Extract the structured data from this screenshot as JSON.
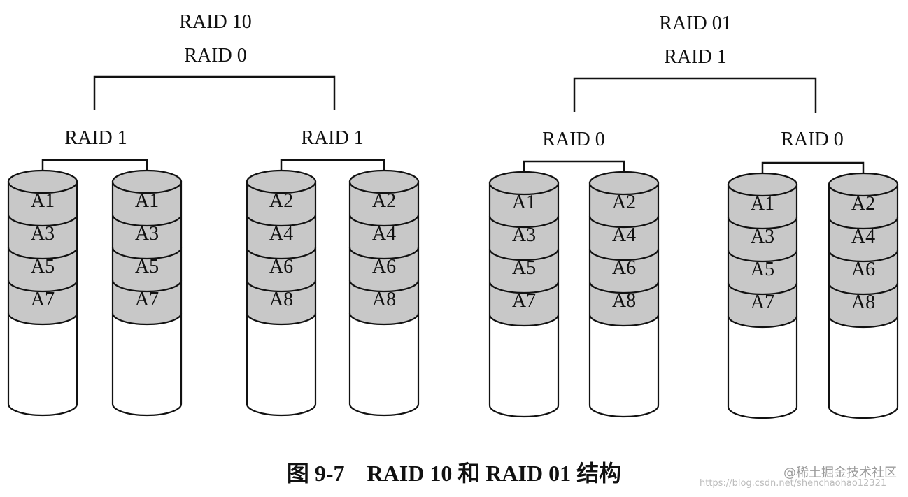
{
  "raid10": {
    "title": "RAID 10",
    "top_level": "RAID 0",
    "groups": [
      {
        "label": "RAID 1",
        "disks": [
          [
            "A1",
            "A3",
            "A5",
            "A7"
          ],
          [
            "A1",
            "A3",
            "A5",
            "A7"
          ]
        ]
      },
      {
        "label": "RAID 1",
        "disks": [
          [
            "A2",
            "A4",
            "A6",
            "A8"
          ],
          [
            "A2",
            "A4",
            "A6",
            "A8"
          ]
        ]
      }
    ]
  },
  "raid01": {
    "title": "RAID 01",
    "top_level": "RAID 1",
    "groups": [
      {
        "label": "RAID 0",
        "disks": [
          [
            "A1",
            "A3",
            "A5",
            "A7"
          ],
          [
            "A2",
            "A4",
            "A6",
            "A8"
          ]
        ]
      },
      {
        "label": "RAID 0",
        "disks": [
          [
            "A1",
            "A3",
            "A5",
            "A7"
          ],
          [
            "A2",
            "A4",
            "A6",
            "A8"
          ]
        ]
      }
    ]
  },
  "caption": "图 9-7　RAID 10 和 RAID 01 结构",
  "watermark": {
    "site": "@稀土掘金技术社区",
    "url": "https://blog.csdn.net/shenchaohao12321"
  },
  "colors": {
    "block_fill": "#c8c8c8",
    "stroke": "#111111",
    "background": "#ffffff"
  }
}
